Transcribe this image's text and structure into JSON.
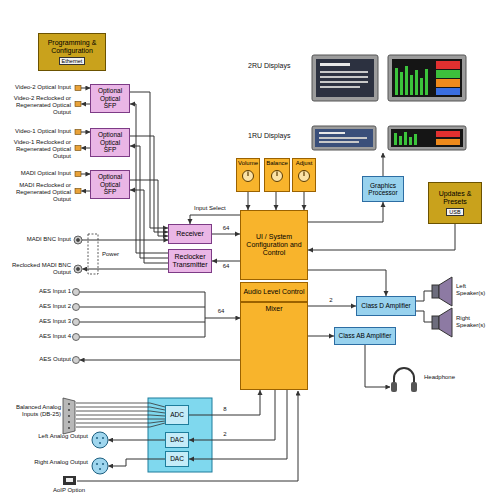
{
  "diagram": {
    "nodes": [
      {
        "text": [
          "Programming & Configuration",
          "Ethernet"
        ]
      },
      {
        "text": [
          "Optional Optical SFP"
        ]
      },
      {
        "text": [
          "Optional Optical SFP"
        ]
      },
      {
        "text": [
          "Optional Optical SFP"
        ]
      },
      {
        "text": [
          "Receiver"
        ]
      },
      {
        "text": [
          "Reclocker Transmitter"
        ]
      },
      {
        "text": [
          "Volume"
        ]
      },
      {
        "text": [
          "Balance"
        ]
      },
      {
        "text": [
          "Adjust"
        ]
      },
      {
        "text": [
          "UI / System Configuration and Control"
        ]
      },
      {
        "text": [
          "Audio Level Control"
        ]
      },
      {
        "text": [
          "Mixer"
        ]
      },
      {
        "text": [
          "Graphics Processor"
        ]
      },
      {
        "text": [
          "Updates & Presets",
          "USB"
        ]
      },
      {
        "text": [
          "Class D Amplifier"
        ]
      },
      {
        "text": [
          "Class AB Amplifier"
        ]
      },
      {
        "text": [
          "ADC"
        ]
      },
      {
        "text": [
          "DAC"
        ]
      },
      {
        "text": [
          "DAC"
        ]
      }
    ],
    "edges": [
      {
        "from": 1,
        "to": 4,
        "arrow": "to"
      },
      {
        "from": 2,
        "to": 4,
        "arrow": "to"
      },
      {
        "from": 3,
        "to": 4,
        "arrow": "to"
      },
      {
        "from": 5,
        "to": 1,
        "arrow": "to"
      },
      {
        "from": 5,
        "to": 2,
        "arrow": "to"
      },
      {
        "from": 5,
        "to": 3,
        "arrow": "to"
      },
      {
        "from": 4,
        "to": 9,
        "label": "64",
        "arrow": "to"
      },
      {
        "from": 9,
        "to": 5,
        "label": "64",
        "arrow": "to"
      },
      {
        "from": 9,
        "to": 4,
        "label": "Input Select",
        "arrow": "to"
      },
      {
        "from": 6,
        "to": 9,
        "arrow": "to"
      },
      {
        "from": 7,
        "to": 9,
        "arrow": "to"
      },
      {
        "from": 8,
        "to": 9,
        "arrow": "to"
      },
      {
        "from": 9,
        "to": 12,
        "arrow": "to"
      },
      {
        "from": 13,
        "to": 9,
        "arrow": "to"
      },
      {
        "from": 9,
        "to": 14,
        "arrow": "to"
      },
      {
        "from": 11,
        "to": 14,
        "label": "2",
        "arrow": "to"
      },
      {
        "from": 11,
        "to": 15,
        "arrow": "to"
      },
      {
        "from": 16,
        "to": 11,
        "label": "8",
        "arrow": "to"
      },
      {
        "from": 11,
        "to": 17,
        "label": "2",
        "arrow": "to"
      },
      {
        "from": 11,
        "to": 18,
        "arrow": "to"
      }
    ],
    "labels": [
      "2RU Displays",
      "1RU Displays",
      "Video-2 Optical Input",
      "Video-2 Reclocked or Regenerated Optical Output",
      "Video-1 Optical Input",
      "Video-1 Reclocked or Regenerated Optical Output",
      "MADI Optical Input",
      "MADI Reclocked or Regenerated Optical Output",
      "MADI BNC Input",
      "Reclocked MADI BNC Output",
      "Power",
      "AES Input 1",
      "AES Input 2",
      "AES Input 3",
      "AES Input 4",
      "AES Output",
      "64",
      "Balanced Analog Inputs (DB-25)",
      "Left Analog Output",
      "Right Analog Output",
      "AoIP Option",
      "Left Speaker(s)",
      "Right Speaker(s)",
      "Headphone"
    ]
  }
}
